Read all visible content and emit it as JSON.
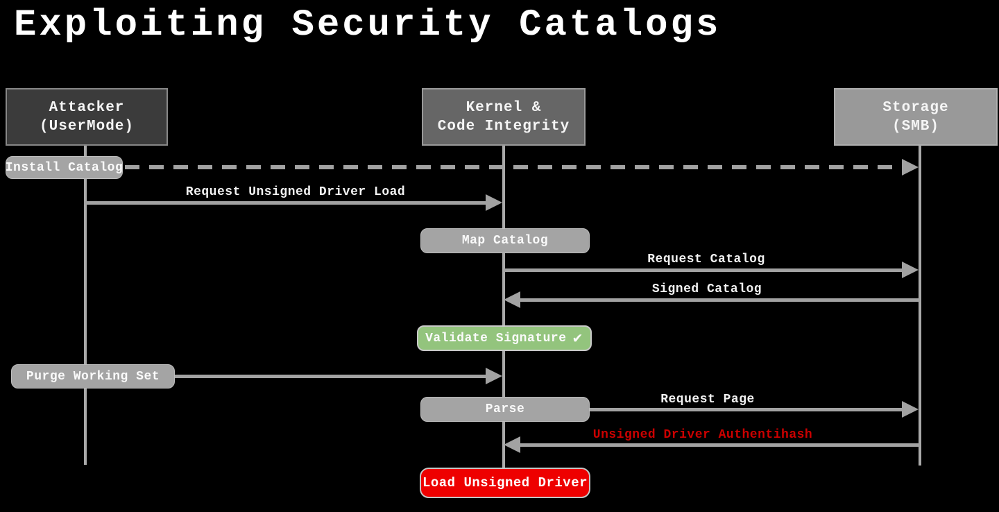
{
  "title": "Exploiting Security Catalogs",
  "colors": {
    "bg": "#000000",
    "arrow": "#a2a2a2",
    "lifeline": "#a9a9a9",
    "pill": "#a4a4a4",
    "attacker": "#3b3b3b",
    "kernel": "#666666",
    "storage": "#999999",
    "ok": "#93c47d",
    "danger": "#ee0000",
    "danger_text": "#cc0000"
  },
  "actors": [
    {
      "line1": "Attacker",
      "line2": "(UserMode)"
    },
    {
      "line1": "Kernel &",
      "line2": "Code Integrity"
    },
    {
      "line1": "Storage",
      "line2": "(SMB)"
    }
  ],
  "messages": {
    "install_catalog": "Install Catalog",
    "request_unsigned_driver_load": "Request Unsigned Driver Load",
    "map_catalog": "Map Catalog",
    "request_catalog": "Request Catalog",
    "signed_catalog": "Signed Catalog",
    "validate_signature": "Validate Signature",
    "validate_check": "✔",
    "purge_working_set": "Purge Working Set",
    "parse": "Parse",
    "request_page": "Request Page",
    "unsigned_driver_authentihash": "Unsigned Driver Authentihash",
    "load_unsigned_driver": "Load Unsigned Driver"
  }
}
